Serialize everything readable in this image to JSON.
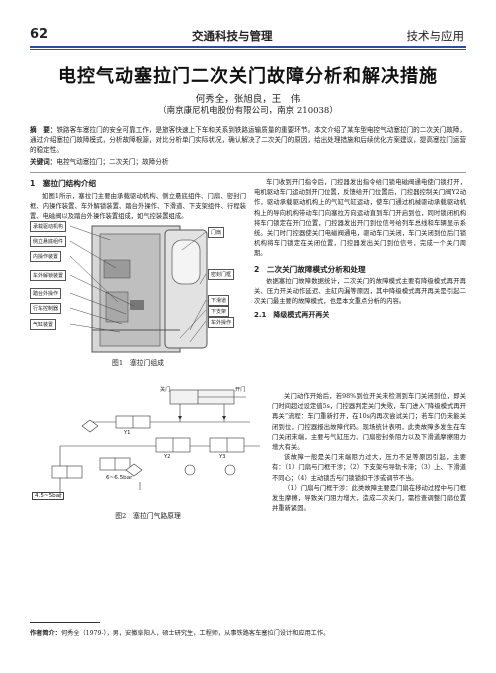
{
  "header": {
    "page_number": "62",
    "journal": "交通科技与管理",
    "section": "技术与应用"
  },
  "title": "电控气动塞拉门二次关门故障分析和解决措施",
  "authors": "何秀全，张旭良，王　伟",
  "affiliation": "（南京康尼机电股份有限公司，南京 210038）",
  "abstract": {
    "label": "摘　要：",
    "text": "铁路客车塞拉门的安全可靠工作，是旅客快速上下车和关系到铁路运输质量的重要环节。本文介绍了某车型电控气动塞拉门的二次关门故障，通过介绍塞拉门故障模式，分析故障根源，对比分析单门实际状况，确认解决了二次关门的原因，给出处理措施和后续优化方案建议，提高塞拉门运营的稳定性。"
  },
  "keywords": {
    "label": "关键词：",
    "text": "电控气动塞拉门；二次关门；故障分析"
  },
  "section1": {
    "heading": "1　塞拉门结构介绍",
    "para": "如图1所示，塞拉门主要由承载驱动机构、侧立悬底组件、门扇、密封门框、内操作装置、车外解锁装置、踏台外操作、下滑道、下支架组件、行程装置、电磁阀以及踏台外操作装置组成，如气控装置组成。"
  },
  "figure1": {
    "caption": "图1　塞拉门组成",
    "left_labels": [
      "承载驱动机构",
      "侧立悬底组件",
      "内操作装置",
      "车外解锁装置",
      "踏台外操作",
      "行车控制器",
      "气缸装置"
    ],
    "right_labels": [
      "门扇",
      "密封门框",
      "下滑道",
      "下支架",
      "车外操作"
    ]
  },
  "figure2": {
    "caption": "图2　塞拉门气路原理",
    "labels": [
      "6~6.5bar",
      "4.5~5bar",
      "关门",
      "开门",
      "Y1",
      "Y2",
      "Y3"
    ]
  },
  "right_col": {
    "para1": "车门收到开门指令后，门控器发出指令给门锁电磁阀通电使门锁打开，电机驱动车门运动到开门位置，反馈给开门位置后，门控器控制关门阀Y2动作，驱动承载驱动机构上的气缸气缸运动，使车门通过机械驱动承载驱动机构上的导向机构带动车门向塞拉方向运动直到车门开启到位，同时锁闭机构将车门锁定在开门位置，门控器发出开门到位信号给列车总线和车辆显示系统。关门时门控器使关门电磁阀通电，驱动车门关闭，车门关闭到位后门锁机构将车门锁定在关闭位置，门控器发出关门到位信号，完成一个关门周期。",
    "sec2_heading": "2　二次关门故障模式分析和处理",
    "sec2_para": "依据塞拉门故障数据统计，二次关门的故障模式主要有降级模式再开再关、压力开关动作延迟、主缸内漏等原因，其中降级模式再开再关是引起二次关门最主要的故障模式，也是本文重点分析的内容。",
    "sec21_heading": "2.1　降级模式再开再关",
    "sec21_para": "关门动作开始后，若98%到位开关未检测到车门关闭到位，即关门时间超过设定值5s，门控器判定关门失败，车门进入“降级模式再开再关”流程：车门重新打开，在10s内再次尝试关门；若车门仍未能关闭到位，门控器报出故障代码。现场统计表明，此类故障多发生在车门关闭末端，主要与气缸压力、门扇密封条阻力以及下滑道摩擦阻力增大有关。",
    "sec21_para2": "该故障一般是关门末端阻力过大，压力不足等原因引起，主要有：（1）门扇与门框干涉；（2）下支架与导轨卡滞；（3）上、下滑道不同心；（4）主动锁舌与门锁锁扣干涉或调节不当。",
    "sec21_para3": "（1）门扇与门框干涉：此类故障主要是门扇在移动过程中与门框发生摩擦，导致关门阻力增大，造成二次关门，需检查调整门扇位置并重新紧固。"
  },
  "footnote": {
    "label": "作者简介：",
    "text": "何秀全（1979-），男，安徽阜阳人，硕士研究生，工程师，从事铁路客车塞拉门设计和应用工作。"
  }
}
